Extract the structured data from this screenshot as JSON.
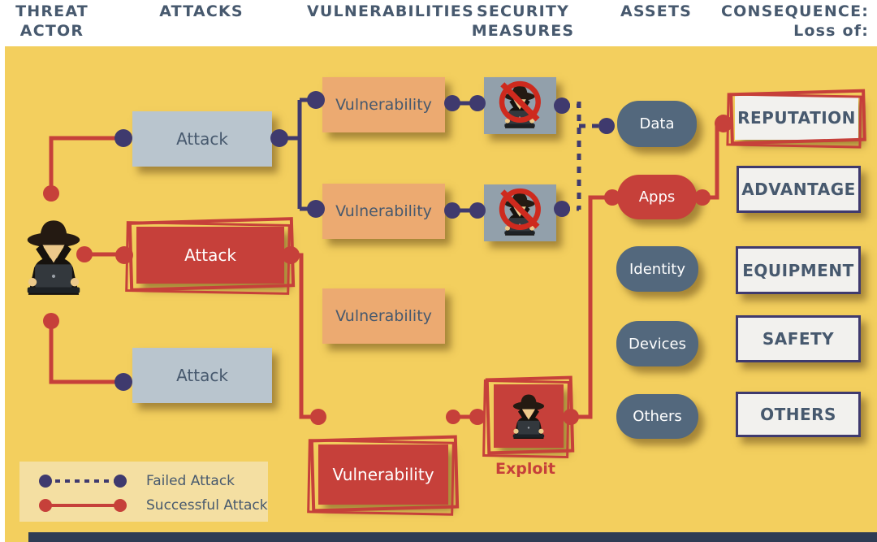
{
  "header": {
    "threat_actor": "THREAT\nACTOR",
    "attacks": "ATTACKS",
    "vulnerabilities": "VULNERABILITIES",
    "security_measures": "SECURITY\nMEASURES",
    "assets": "ASSETS",
    "consequence": "CONSEQUENCE:\nLoss of:"
  },
  "nodes": {
    "attacks": [
      {
        "label": "Attack",
        "status": "neutral"
      },
      {
        "label": "Attack",
        "status": "successful"
      },
      {
        "label": "Attack",
        "status": "neutral"
      }
    ],
    "vulnerabilities": [
      {
        "label": "Vulnerability",
        "status": "neutral"
      },
      {
        "label": "Vulnerability",
        "status": "neutral"
      },
      {
        "label": "Vulnerability",
        "status": "neutral"
      },
      {
        "label": "Vulnerability",
        "status": "exploited"
      }
    ],
    "security_measures": [
      {
        "icon": "blocked-hacker-icon"
      },
      {
        "icon": "blocked-hacker-icon"
      }
    ],
    "exploit_label": "Exploit",
    "assets": [
      {
        "label": "Data",
        "status": "safe"
      },
      {
        "label": "Apps",
        "status": "compromised"
      },
      {
        "label": "Identity",
        "status": "safe"
      },
      {
        "label": "Devices",
        "status": "safe"
      },
      {
        "label": "Others",
        "status": "safe"
      }
    ],
    "consequences": [
      {
        "label": "REPUTATION",
        "status": "impacted"
      },
      {
        "label": "ADVANTAGE",
        "status": "normal"
      },
      {
        "label": "EQUIPMENT",
        "status": "normal"
      },
      {
        "label": "SAFETY",
        "status": "normal"
      },
      {
        "label": "OTHERS",
        "status": "normal"
      }
    ]
  },
  "legend": {
    "failed": "Failed Attack",
    "successful": "Successful Attack"
  },
  "colors": {
    "background": "#f3cf5e",
    "header_text": "#47596e",
    "attack_box": "#b9c5ce",
    "vulnerability_box": "#ecaa71",
    "security_box": "#92a0ab",
    "danger_red": "#c6403a",
    "indigo": "#3f3a6e",
    "asset_box": "#53687d",
    "consequence_bg": "#f2f1ee",
    "legend_bg": "#f4dfa2",
    "footer_bar": "#2e3c54",
    "prohibition_red": "#ce2a1e"
  }
}
